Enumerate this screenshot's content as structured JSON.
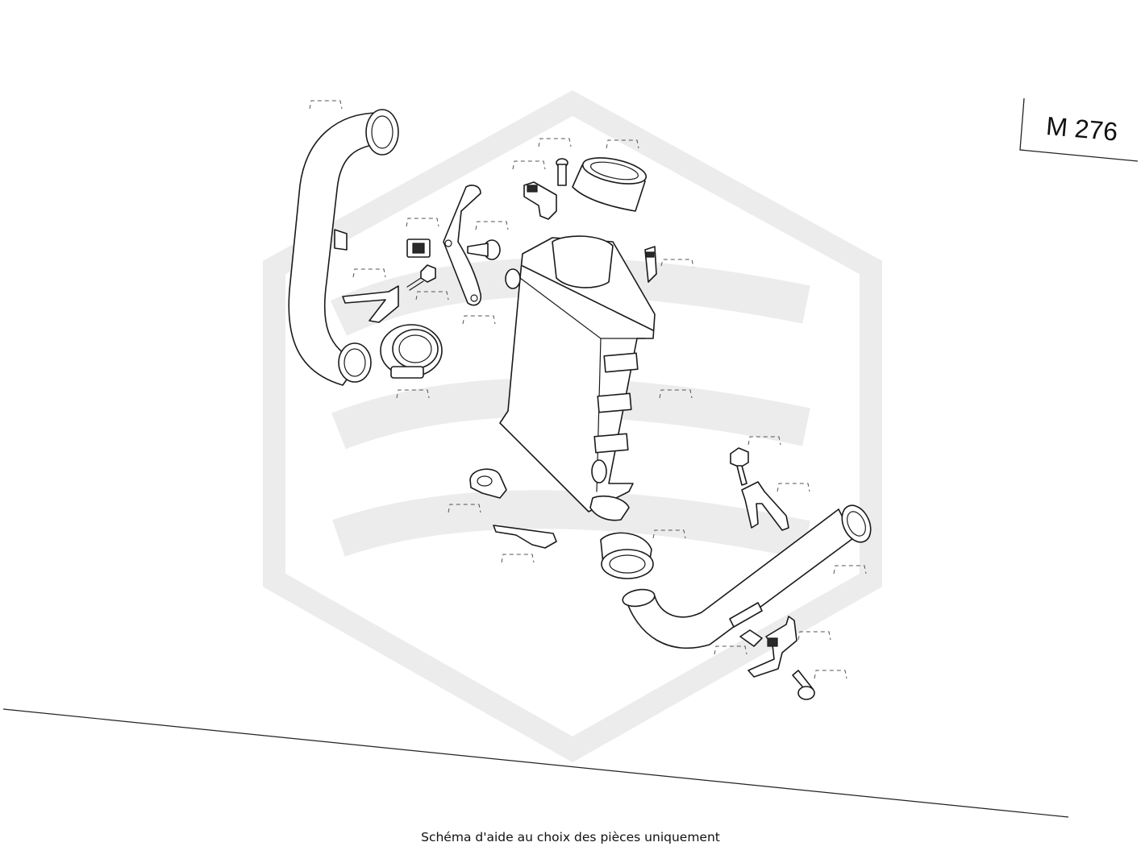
{
  "engine_code": "M 276",
  "caption": "Schéma d'aide au choix des pièces uniquement",
  "watermark": {
    "color": "#ececec"
  },
  "parts": [
    {
      "id": "upper-charge-air-pipe"
    },
    {
      "id": "pipe-bracket-left"
    },
    {
      "id": "hose-clamp-left"
    },
    {
      "id": "clip-nut"
    },
    {
      "id": "bolt-small-left"
    },
    {
      "id": "mounting-strap"
    },
    {
      "id": "screw-left"
    },
    {
      "id": "pressure-sensor-top"
    },
    {
      "id": "bolt-sensor"
    },
    {
      "id": "hose-coupling-top"
    },
    {
      "id": "temperature-sensor"
    },
    {
      "id": "intercooler"
    },
    {
      "id": "rubber-grommet"
    },
    {
      "id": "retaining-clip"
    },
    {
      "id": "hose-coupling-bottom"
    },
    {
      "id": "lower-charge-air-pipe"
    },
    {
      "id": "bolt-right"
    },
    {
      "id": "pipe-bracket-right"
    },
    {
      "id": "clip-right"
    },
    {
      "id": "support-bracket-bottom"
    },
    {
      "id": "screw-bottom"
    }
  ]
}
